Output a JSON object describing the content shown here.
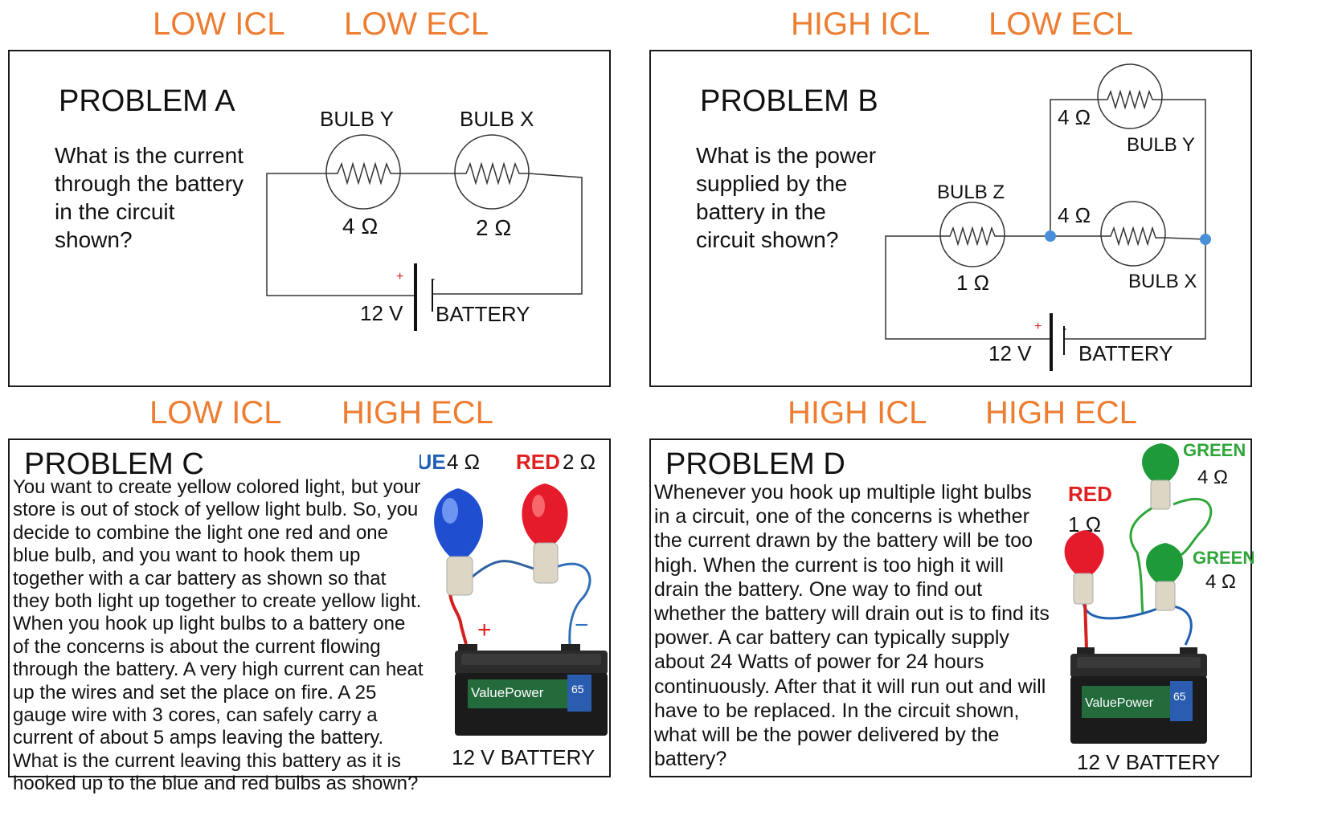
{
  "labels": {
    "a_icl": "LOW ICL",
    "a_ecl": "LOW ECL",
    "b_icl": "HIGH ICL",
    "b_ecl": "LOW ECL",
    "c_icl": "LOW ICL",
    "c_ecl": "HIGH ECL",
    "d_icl": "HIGH ICL",
    "d_ecl": "HIGH ECL"
  },
  "problem_a": {
    "title": "PROBLEM A",
    "question": "What is the current through the battery in the circuit  shown?",
    "bulb_y": "BULB Y",
    "bulb_x": "BULB X",
    "r_y": "4 Ω",
    "r_x": "2 Ω",
    "voltage": "12 V",
    "battery": "BATTERY",
    "plus": "+",
    "minus": "-"
  },
  "problem_b": {
    "title": "PROBLEM B",
    "question": "What is the power supplied by the battery in the circuit shown?",
    "bulb_z": "BULB Z",
    "bulb_y": "BULB Y",
    "bulb_x": "BULB X",
    "r_z": "1 Ω",
    "r_y": "4 Ω",
    "r_x": "4 Ω",
    "voltage": "12 V",
    "battery": "BATTERY",
    "plus": "+",
    "minus": "-"
  },
  "problem_c": {
    "title": "PROBLEM C",
    "text": "You want to create yellow colored light, but your store is out of stock of yellow light bulb. So, you decide to combine the light one red and one blue bulb, and you want to hook them up together with a car battery as shown so that they both light up together to create yellow light.  When you hook up light bulbs to a battery one of the concerns is about the current flowing through the battery.  A very high current can heat up the wires and set the place on fire. A 25 gauge wire with 3 cores, can safely carry a current of about 5 amps leaving the battery.  What is the current leaving this battery as it is hooked up to the blue and red bulbs  as shown?",
    "blue_label": "BLUE",
    "blue_r": "4 Ω",
    "red_label": "RED",
    "red_r": "2 Ω",
    "battery_caption": "12 V BATTERY",
    "brand": "ValuePower",
    "model": "65"
  },
  "problem_d": {
    "title": "PROBLEM D",
    "text": "Whenever you hook up multiple light bulbs in a circuit, one of the concerns is whether the current drawn by the battery will be too high. When the current is too high it will drain the battery.  One way to find out whether the battery will drain out is to find its power. A car battery can typically supply about 24 Watts of power for 24 hours continuously.  After that it will run out and will have to be replaced.  In the circuit shown, what will be the power delivered by the battery?",
    "red_label": "RED",
    "red_r": "1 Ω",
    "green1_label": "GREEN",
    "green1_r": "4 Ω",
    "green2_label": "GREEN",
    "green2_r": "4 Ω",
    "battery_caption": "12 V BATTERY",
    "brand": "ValuePower",
    "model": "65"
  },
  "colors": {
    "label_orange": "#ed7d31",
    "blue_text": "#1f5fb8",
    "red_text": "#e02020",
    "green_text": "#2fa53a",
    "node_dot": "#4a90d9",
    "plus_red": "#e02020"
  }
}
